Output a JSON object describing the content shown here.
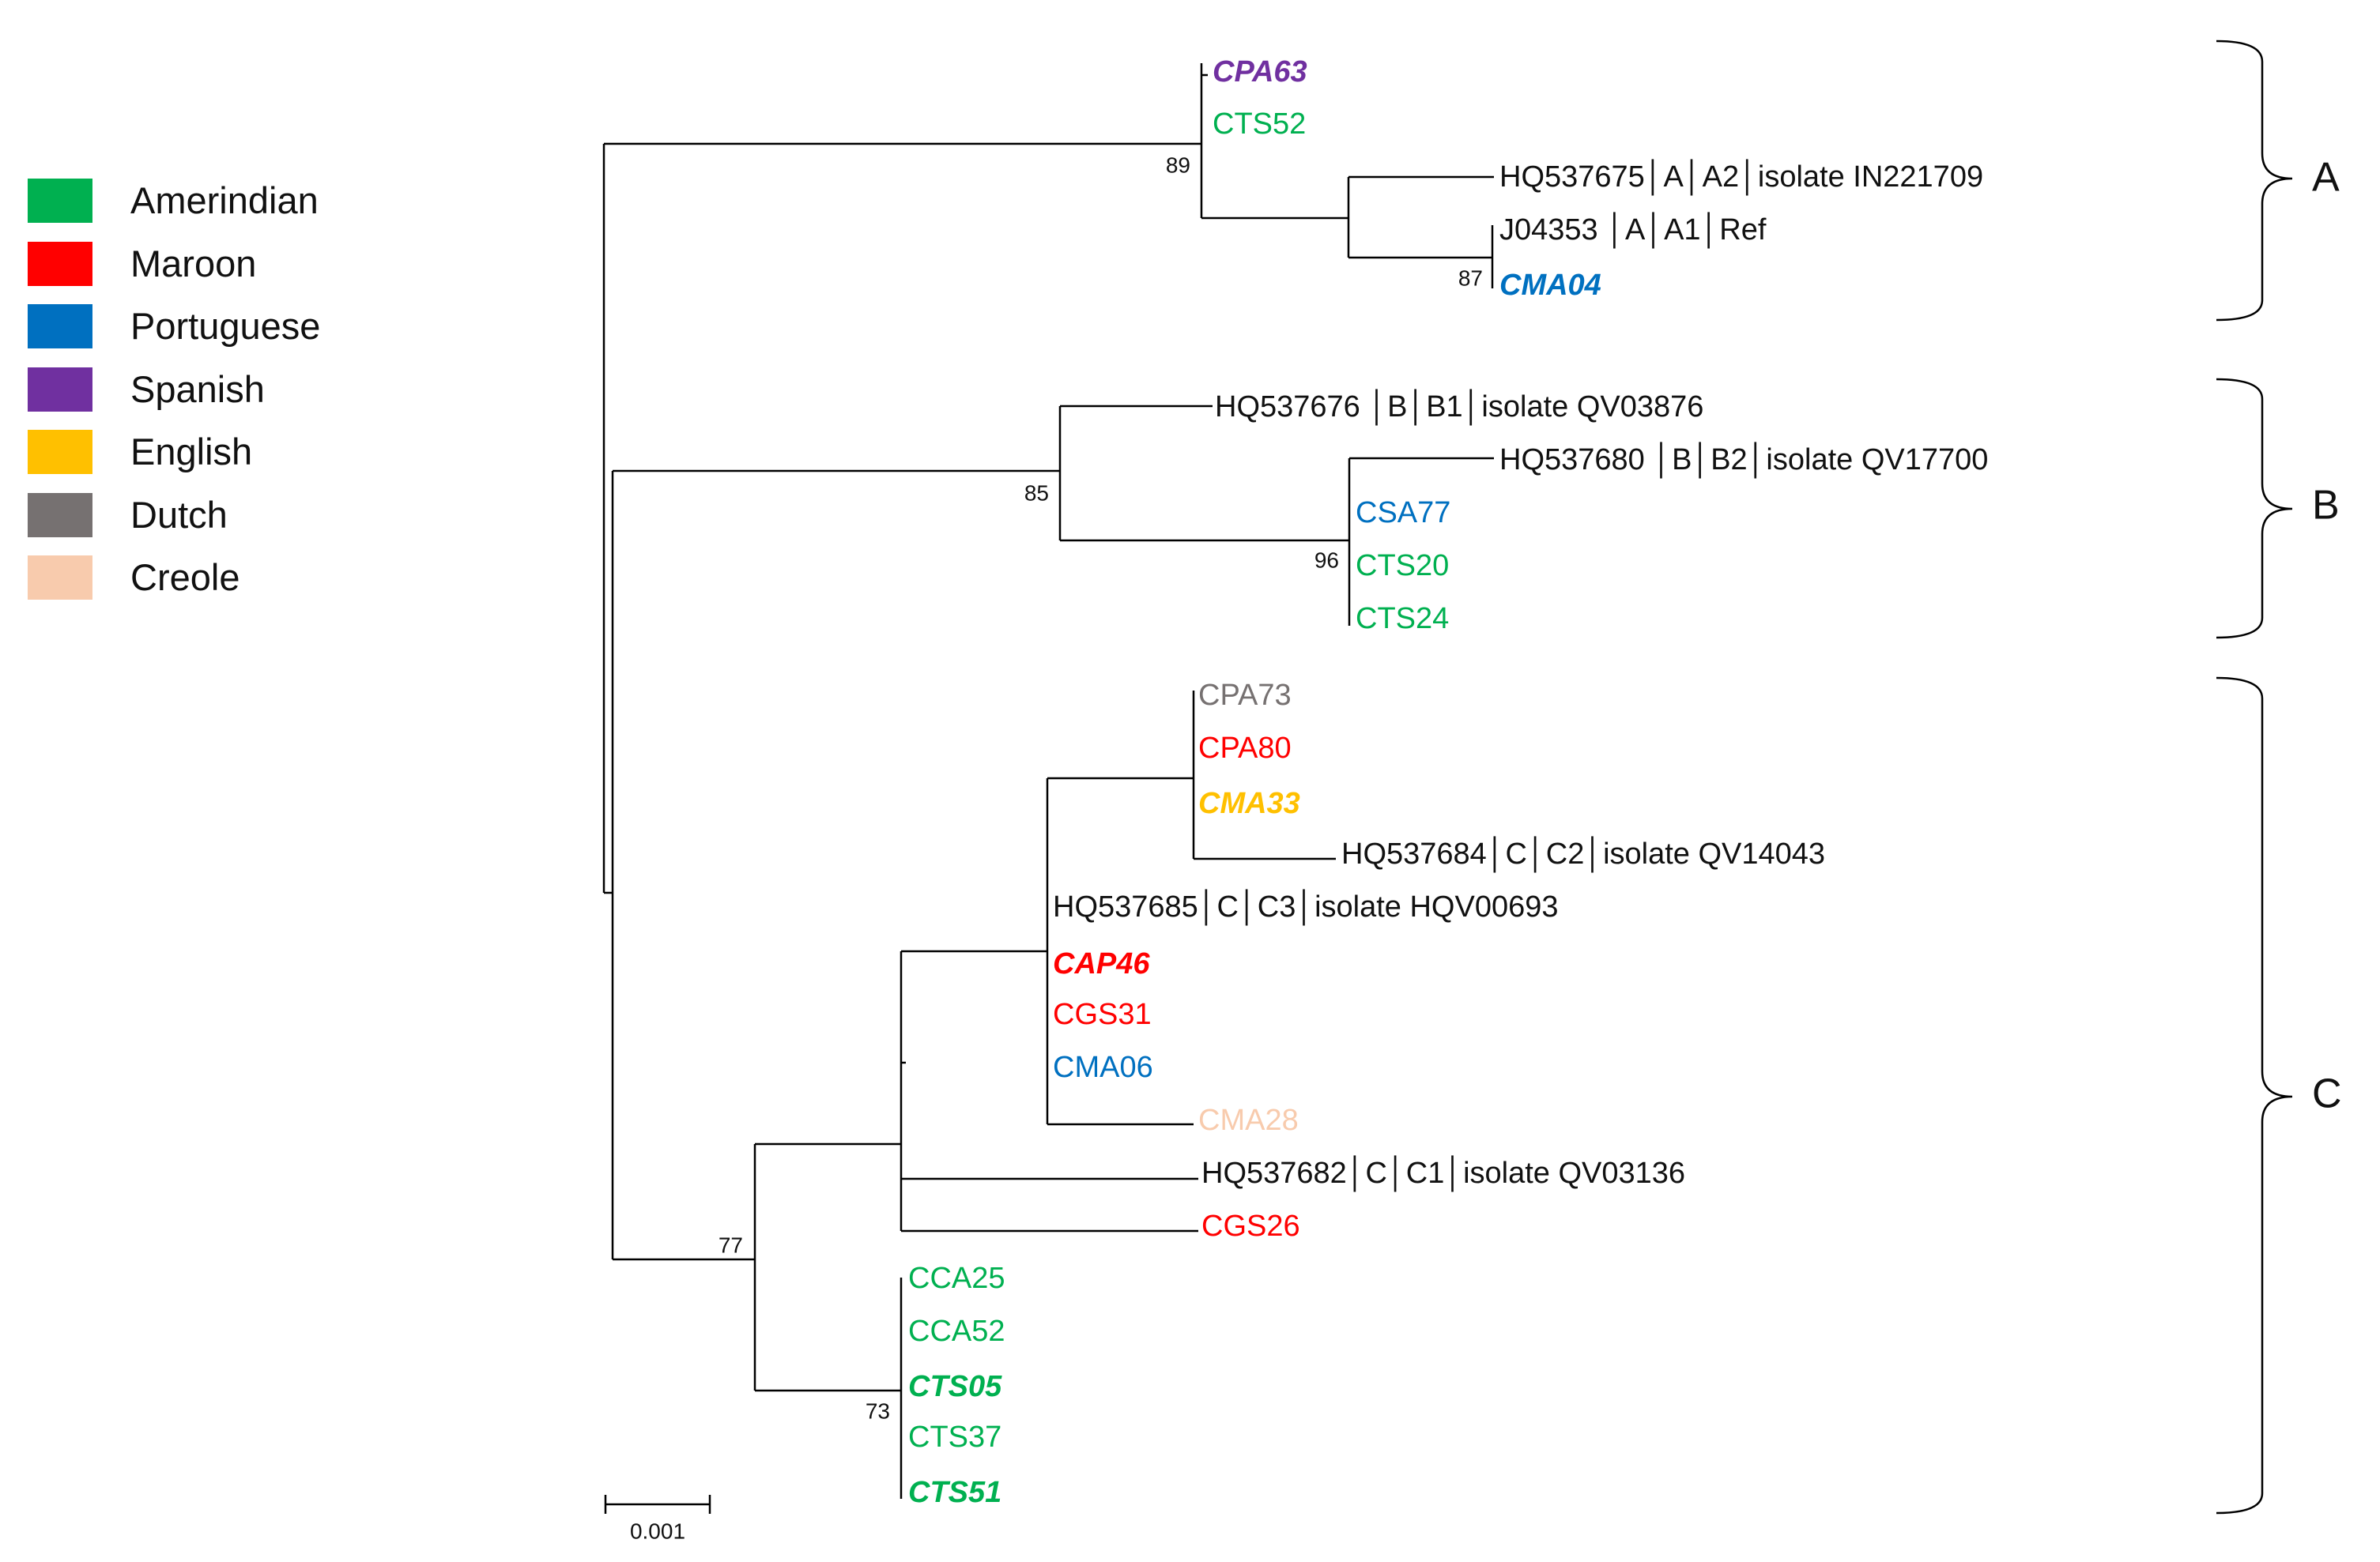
{
  "legend": [
    {
      "label": "Amerindian",
      "color": "#00b050"
    },
    {
      "label": "Maroon",
      "color": "#ff0000"
    },
    {
      "label": "Portuguese",
      "color": "#0070c0"
    },
    {
      "label": "Spanish",
      "color": "#7030a0"
    },
    {
      "label": "English",
      "color": "#ffc000"
    },
    {
      "label": "Dutch",
      "color": "#767171"
    },
    {
      "label": "Creole",
      "color": "#f8cbad"
    }
  ],
  "leaves": [
    {
      "id": "cpa63",
      "text": "CPA63",
      "color": "#7030a0",
      "bold": true
    },
    {
      "id": "cts52",
      "text": "CTS52",
      "color": "#00b050",
      "bold": false
    },
    {
      "id": "hq537675",
      "text": "HQ537675│A│A2│isolate IN221709",
      "color": "#111111",
      "bold": false
    },
    {
      "id": "j04353",
      "text": "J04353 │A│A1│Ref",
      "color": "#111111",
      "bold": false
    },
    {
      "id": "cma04",
      "text": "CMA04",
      "color": "#0070c0",
      "bold": true
    },
    {
      "id": "hq537676",
      "text": "HQ537676 │B│B1│isolate QV03876",
      "color": "#111111",
      "bold": false
    },
    {
      "id": "hq537680",
      "text": "HQ537680 │B│B2│isolate QV17700",
      "color": "#111111",
      "bold": false
    },
    {
      "id": "csa77",
      "text": "CSA77",
      "color": "#0070c0",
      "bold": false
    },
    {
      "id": "cts20",
      "text": "CTS20",
      "color": "#00b050",
      "bold": false
    },
    {
      "id": "cts24",
      "text": "CTS24",
      "color": "#00b050",
      "bold": false
    },
    {
      "id": "cpa73",
      "text": "CPA73",
      "color": "#767171",
      "bold": false
    },
    {
      "id": "cpa80",
      "text": "CPA80",
      "color": "#ff0000",
      "bold": false
    },
    {
      "id": "cma33",
      "text": "CMA33",
      "color": "#ffc000",
      "bold": true
    },
    {
      "id": "hq537684",
      "text": "HQ537684│C│C2│isolate QV14043",
      "color": "#111111",
      "bold": false
    },
    {
      "id": "hq537685",
      "text": "HQ537685│C│C3│isolate HQV00693",
      "color": "#111111",
      "bold": false
    },
    {
      "id": "cap46",
      "text": "CAP46",
      "color": "#ff0000",
      "bold": true
    },
    {
      "id": "cgs31",
      "text": "CGS31",
      "color": "#ff0000",
      "bold": false
    },
    {
      "id": "cma06",
      "text": "CMA06",
      "color": "#0070c0",
      "bold": false
    },
    {
      "id": "cma28",
      "text": "CMA28",
      "color": "#f8cbad",
      "bold": false
    },
    {
      "id": "hq537682",
      "text": "HQ537682│C│C1│isolate QV03136",
      "color": "#111111",
      "bold": false
    },
    {
      "id": "cgs26",
      "text": "CGS26",
      "color": "#ff0000",
      "bold": false
    },
    {
      "id": "cca25",
      "text": "CCA25",
      "color": "#00b050",
      "bold": false
    },
    {
      "id": "cca52",
      "text": "CCA52",
      "color": "#00b050",
      "bold": false
    },
    {
      "id": "cts05",
      "text": "CTS05",
      "color": "#00b050",
      "bold": true
    },
    {
      "id": "cts37",
      "text": "CTS37",
      "color": "#00b050",
      "bold": false
    },
    {
      "id": "cts51",
      "text": "CTS51",
      "color": "#00b050",
      "bold": true
    }
  ],
  "bootstrap": [
    {
      "id": "n89",
      "text": "89"
    },
    {
      "id": "n87",
      "text": "87"
    },
    {
      "id": "n85",
      "text": "85"
    },
    {
      "id": "n96",
      "text": "96"
    },
    {
      "id": "n77",
      "text": "77"
    },
    {
      "id": "n73",
      "text": "73"
    }
  ],
  "clades": [
    {
      "id": "cladeA",
      "label": "A"
    },
    {
      "id": "cladeB",
      "label": "B"
    },
    {
      "id": "cladeC",
      "label": "C"
    }
  ],
  "scale_bar": {
    "label": "0.001"
  }
}
